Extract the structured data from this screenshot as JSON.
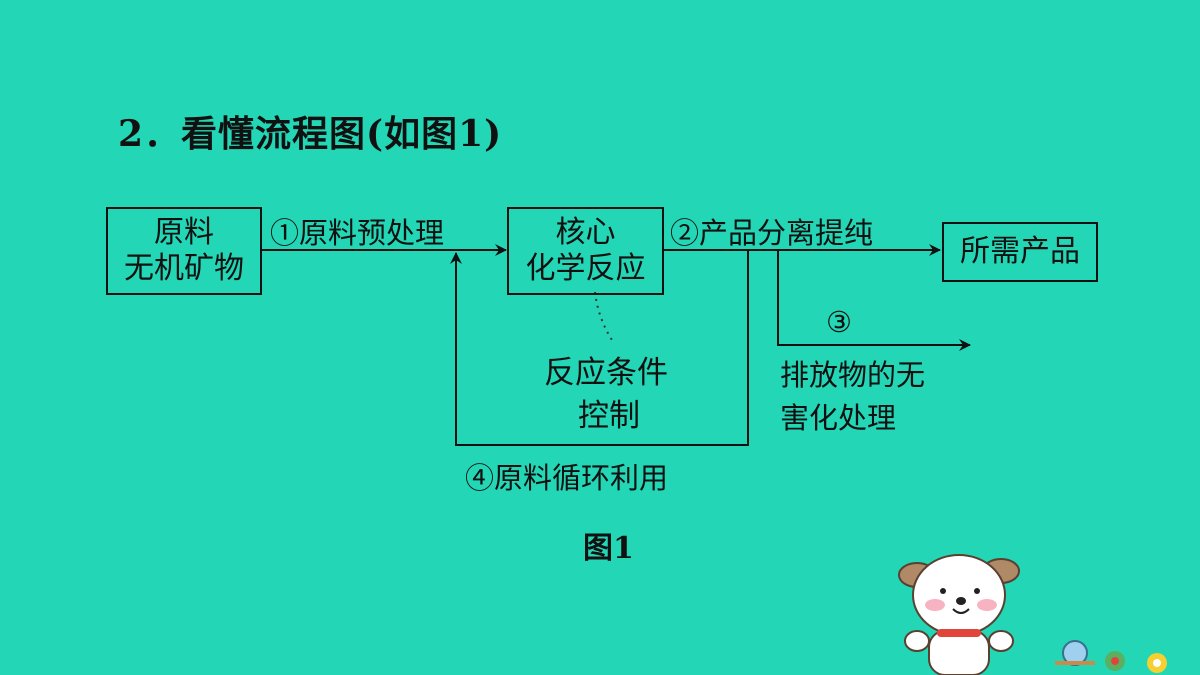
{
  "title": "2．看懂流程图(如图1)",
  "nodes": {
    "raw": {
      "line1": "原料",
      "line2": "无机矿物"
    },
    "core": {
      "line1": "核心",
      "line2": "化学反应"
    },
    "product": {
      "line1": "所需产品"
    },
    "condition": {
      "line1": "反应条件",
      "line2": "控制"
    }
  },
  "edges": {
    "step1": "①原料预处理",
    "step2": "②产品分离提纯",
    "step3_num": "③",
    "step3_line1": "排放物的无",
    "step3_line2": "害化处理",
    "step4": "④原料循环利用"
  },
  "caption": "图1",
  "colors": {
    "background": "#23d6b5",
    "ink": "#111111"
  }
}
